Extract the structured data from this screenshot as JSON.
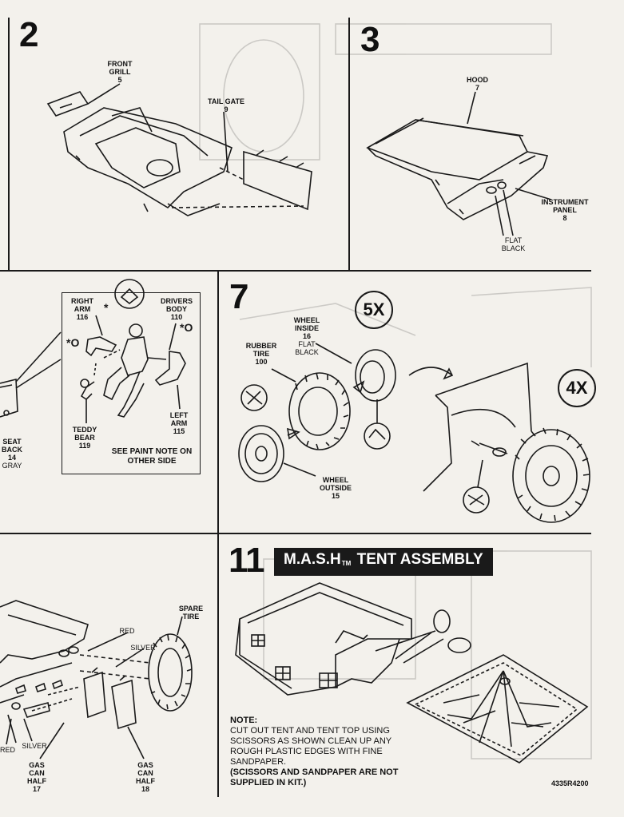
{
  "steps": {
    "s2": {
      "num": "2"
    },
    "s3": {
      "num": "3"
    },
    "s7": {
      "num": "7"
    },
    "s11": {
      "num": "11"
    }
  },
  "step2": {
    "front_grill": {
      "name": "FRONT GRILL",
      "part": "5"
    },
    "tail_gate": {
      "name": "TAIL GATE",
      "part": "9"
    }
  },
  "step3": {
    "hood": {
      "name": "HOOD",
      "part": "7"
    },
    "instrument_panel": {
      "name": "INSTRUMENT PANEL",
      "part": "8"
    },
    "flat_black": "FLAT BLACK"
  },
  "left_mid": {
    "right_arm": {
      "name": "RIGHT ARM",
      "part": "116"
    },
    "drivers_body": {
      "name": "DRIVERS BODY",
      "part": "110"
    },
    "teddy_bear": {
      "name": "TEDDY BEAR",
      "part": "119"
    },
    "left_arm": {
      "name": "LEFT ARM",
      "part": "115"
    },
    "seat_back": {
      "name": "SEAT BACK",
      "part": "14",
      "color": "GRAY"
    },
    "paint_note": "SEE PAINT NOTE ON OTHER SIDE"
  },
  "step7": {
    "wheel_inside": {
      "name": "WHEEL INSIDE",
      "part": "16",
      "color": "FLAT BLACK"
    },
    "rubber_tire": {
      "name": "RUBBER TIRE",
      "part": "100"
    },
    "wheel_outside": {
      "name": "WHEEL OUTSIDE",
      "part": "15"
    },
    "qty1": "5X",
    "qty2": "4X"
  },
  "left_bottom": {
    "spare_tire": "SPARE TIRE",
    "red1": "RED",
    "silver1": "SILVER",
    "red2": "RED",
    "silver2": "SILVER",
    "gas_can_17": {
      "name": "GAS CAN HALF",
      "part": "17"
    },
    "gas_can_18": {
      "name": "GAS CAN HALF",
      "part": "18"
    }
  },
  "step11": {
    "title_pre": "M.A.S.H",
    "title_tm": "TM",
    "title_post": " TENT ASSEMBLY",
    "note_head": "NOTE:",
    "note_body": "CUT OUT TENT AND TENT TOP USING SCISSORS AS SHOWN CLEAN UP ANY ROUGH PLASTIC EDGES WITH FINE SANDPAPER.",
    "note_foot": "(SCISSORS AND SANDPAPER ARE NOT SUPPLIED IN KIT.)"
  },
  "code": "4335R4200"
}
